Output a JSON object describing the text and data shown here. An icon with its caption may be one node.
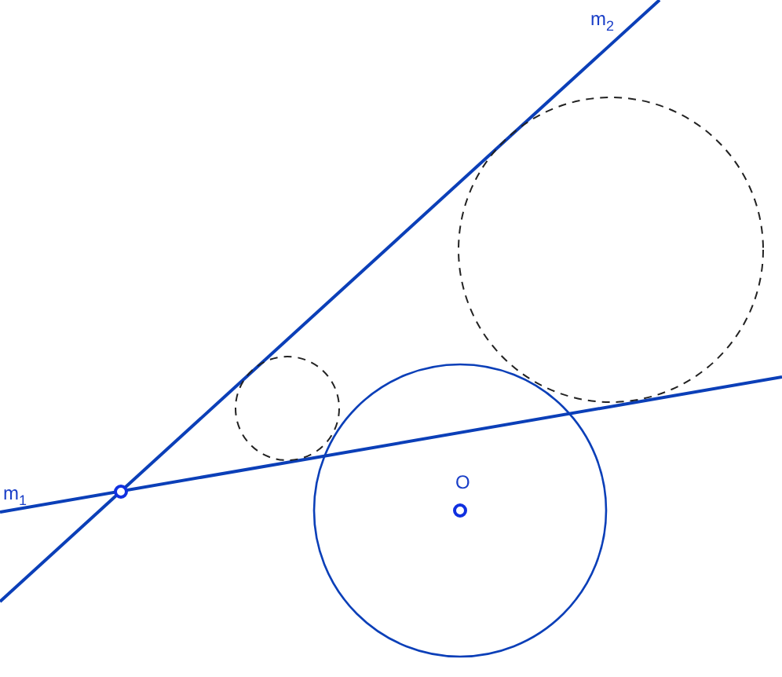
{
  "diagram": {
    "labels": [
      "m$_{2}$",
      "m$_{1}$",
      "O"
    ]
  }
}
